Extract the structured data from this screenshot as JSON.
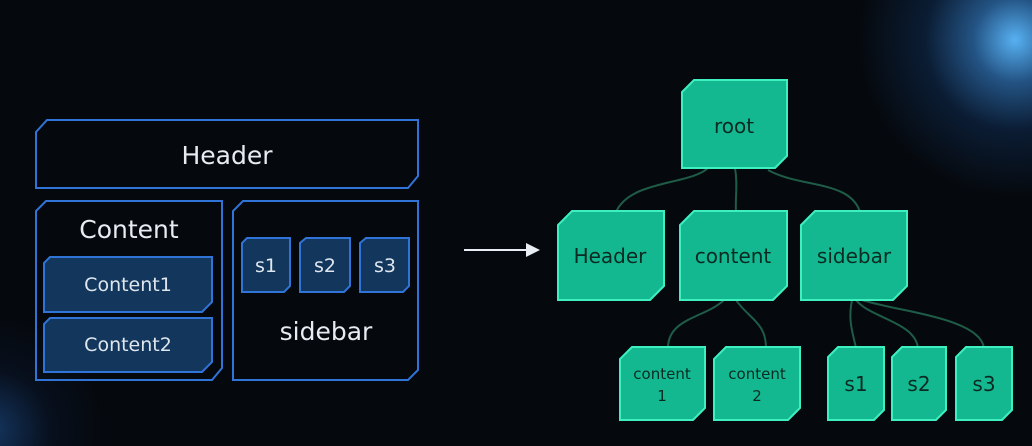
{
  "layout": {
    "header": "Header",
    "content": "Content",
    "content1": "Content1",
    "content2": "Content2",
    "s1": "s1",
    "s2": "s2",
    "s3": "s3",
    "sidebar": "sidebar"
  },
  "tree": {
    "root": "root",
    "header": "Header",
    "content": "content",
    "sidebar": "sidebar",
    "content1_line1": "content",
    "content1_line2": "1",
    "content2_line1": "content",
    "content2_line2": "2",
    "s1": "s1",
    "s2": "s2",
    "s3": "s3"
  },
  "colors": {
    "background": "#05080c",
    "layout_outline": "#2f74d6",
    "layout_inner_fill": "#12365c",
    "tree_node_fill": "#14b890",
    "tree_node_border": "#3ef0c0",
    "tree_edge": "#1f5c48",
    "arrow": "#e8eef4"
  }
}
